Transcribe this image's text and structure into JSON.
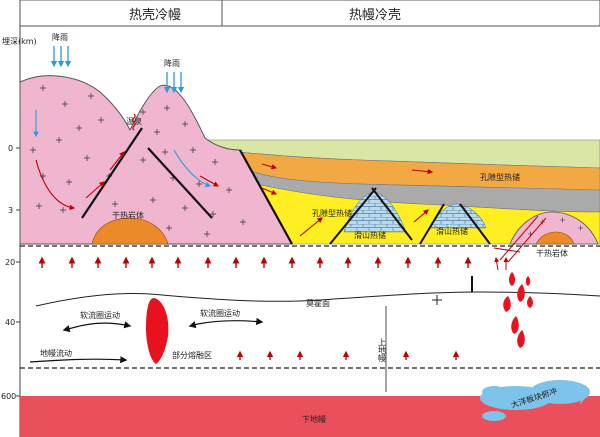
{
  "header": {
    "left": "热壳冷幔",
    "right": "热幔冷壳"
  },
  "axis": {
    "label": "埋深(km)",
    "ticks": [
      "0",
      "3",
      "20",
      "40",
      "600"
    ]
  },
  "labels": {
    "rain_left": "降雨",
    "rain_right": "降雨",
    "hot_spring": "温泉",
    "hot_dry_rock_left": "干热岩体",
    "hot_dry_rock_right": "干热岩体",
    "porous_reservoir_right": "孔隙型热储",
    "porous_reservoir_left": "孔隙型热储",
    "slip_reservoir_1": "滑山热储",
    "slip_reservoir_2": "滑山热储",
    "moho": "莫霍面",
    "soft_flow_left": "软流圈运动",
    "soft_flow_right": "软流圈运动",
    "mantle_flow": "地幔流动",
    "partial_melt": "部分熔融区",
    "upper_mantle": "上地幔",
    "lower_mantle": "下地幔",
    "plate_subduction": "大洋板块俯冲"
  },
  "colors": {
    "pink_crust": "#f0b6d0",
    "green_layer": "#d9e6a6",
    "orange_layer": "#f2a944",
    "gray_layer": "#aaaaaa",
    "yellow_layer": "#ffee22",
    "blue_block": "#b9dced",
    "hot_rock": "#ec8a2a",
    "magma": "#e8121f",
    "lower_mantle": "#ea4f5c",
    "arrow_red": "#c00000",
    "rain_blue": "#2c9cd6"
  }
}
